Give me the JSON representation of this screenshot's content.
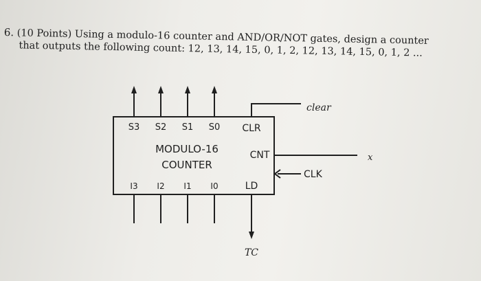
{
  "problem": {
    "number": "6.",
    "points": "(10 Points)",
    "line1": "Using a modulo-16 counter and AND/OR/NOT gates, design a counter",
    "line2": "that outputs the following count: 12, 13, 14, 15, 0, 1, 2, 12, 13, 14, 15, 0, 1, 2 ..."
  },
  "diagram": {
    "outputs": [
      "S3",
      "S2",
      "S1",
      "S0"
    ],
    "inputs": [
      "I3",
      "I2",
      "I1",
      "I0"
    ],
    "title_line1": "MODULO-16",
    "title_line2": "COUNTER",
    "clr": "CLR",
    "cnt": "CNT",
    "ld": "LD",
    "clear": "clear",
    "x": "x",
    "clk": "CLK",
    "tc": "TC"
  },
  "colors": {
    "ink": "#1f1f1f",
    "paper": "#eeede9"
  }
}
